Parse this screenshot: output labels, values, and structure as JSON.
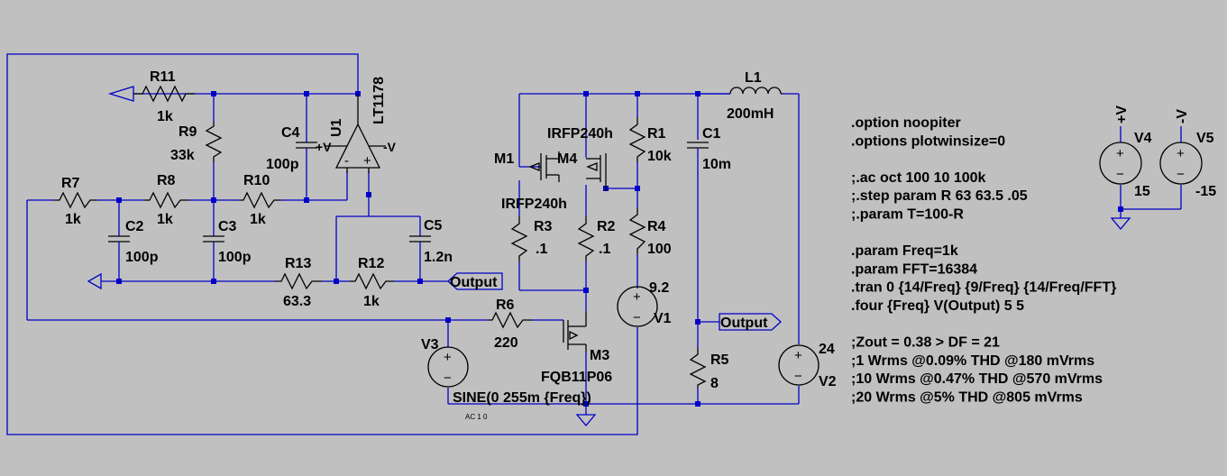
{
  "components": {
    "r11": {
      "ref": "R11",
      "value": "1k"
    },
    "r9": {
      "ref": "R9",
      "value": "33k"
    },
    "r7": {
      "ref": "R7",
      "value": "1k"
    },
    "r8": {
      "ref": "R8",
      "value": "1k"
    },
    "r10": {
      "ref": "R10",
      "value": "1k"
    },
    "c4": {
      "ref": "C4",
      "value": "100p"
    },
    "u1": {
      "ref": "U1",
      "value": "LT1178",
      "pin_plus_supply": "+V",
      "pin_minus_supply": "-V",
      "pin_minus": "-",
      "pin_plus": "+"
    },
    "c2": {
      "ref": "C2",
      "value": "100p"
    },
    "c3": {
      "ref": "C3",
      "value": "100p"
    },
    "c5": {
      "ref": "C5",
      "value": "1.2n"
    },
    "r13": {
      "ref": "R13",
      "value": "63.3"
    },
    "r12": {
      "ref": "R12",
      "value": "1k"
    },
    "m1": {
      "ref": "M1",
      "value": "IRFP240h"
    },
    "m4": {
      "ref": "M4",
      "value": "IRFP240h"
    },
    "r1": {
      "ref": "R1",
      "value": "10k"
    },
    "r3": {
      "ref": "R3",
      "value": ".1"
    },
    "r2": {
      "ref": "R2",
      "value": ".1"
    },
    "r4": {
      "ref": "R4",
      "value": "100"
    },
    "c1": {
      "ref": "C1",
      "value": "10m"
    },
    "l1": {
      "ref": "L1",
      "value": "200mH"
    },
    "v1": {
      "ref": "V1",
      "value": "9.2"
    },
    "r6": {
      "ref": "R6",
      "value": "220"
    },
    "m3": {
      "ref": "M3",
      "value": "FQB11P06"
    },
    "v3": {
      "ref": "V3",
      "value": "SINE(0 255m {Freq})",
      "ac": "AC 1 0"
    },
    "r5": {
      "ref": "R5",
      "value": "8"
    },
    "v2": {
      "ref": "V2",
      "value": "24"
    },
    "v4": {
      "ref": "V4",
      "value": "15",
      "net": "+V"
    },
    "v5": {
      "ref": "V5",
      "value": "-15",
      "net": "-V"
    }
  },
  "net_labels": {
    "output_left": "Output",
    "output_right": "Output"
  },
  "spice_directives": [
    ".option noopiter",
    ".options plotwinsize=0",
    "",
    ";.ac oct 100 10 100k",
    ";.step param R 63 63.5 .05",
    ";.param T=100-R",
    "",
    ".param Freq=1k",
    ".param FFT=16384",
    ".tran 0 {14/Freq} {9/Freq} {14/Freq/FFT}",
    ".four {Freq} V(Output) 5 5",
    "",
    ";Zout = 0.38 > DF = 21",
    ";1 Wrms @0.09% THD @180 mVrms",
    ";10 Wrms @0.47% THD @570 mVrms",
    ";20 Wrms @5% THD @805 mVrms"
  ],
  "colors": {
    "background": "#c0c0c0",
    "wire": "#0000c8",
    "component": "#000000"
  }
}
